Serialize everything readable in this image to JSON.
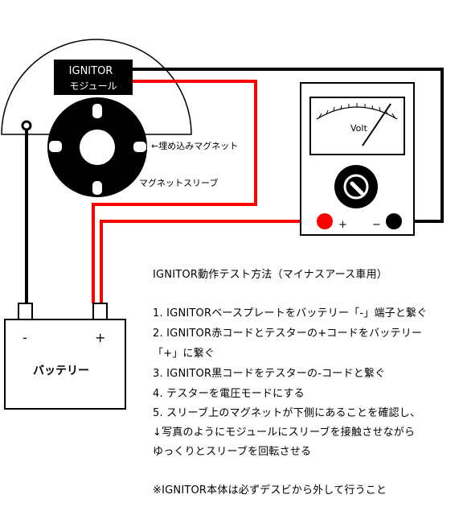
{
  "module": {
    "line1": "IGNITOR",
    "line2": "モジュール"
  },
  "magnet_label": "←埋め込みマグネット",
  "sleeve_label": "マグネットスリーブ",
  "meter": {
    "dial_label": "Volt",
    "plus_label": "+",
    "minus_label": "−"
  },
  "battery": {
    "label": "バッテリー",
    "minus_label": "-",
    "plus_label": "+"
  },
  "instructions": {
    "title": "IGNITOR動作テスト方法（マイナスアース車用）",
    "steps": [
      "1.  IGNITORベースプレートをバッテリー「-」端子と繋ぐ",
      "2.  IGNITOR赤コードとテスターの+コードをバッテリー",
      "      「+」に繋ぐ",
      "3.  IGNITOR黒コードをテスターの-コードと繋ぐ",
      "4.  テスターを電圧モードにする",
      "5.  スリーブ上のマグネットが下側にあることを確認し、",
      "      ↓写真のようにモジュールにスリーブを接触させながら",
      "      ゆっくりとスリーブを回転させる"
    ],
    "note": "※IGNITOR本体は必ずデスビから外して行うこと"
  },
  "colors": {
    "wire_black": "#000000",
    "wire_red": "#ff0000",
    "module_fill": "#000000",
    "meter_face": "#ffffff"
  }
}
